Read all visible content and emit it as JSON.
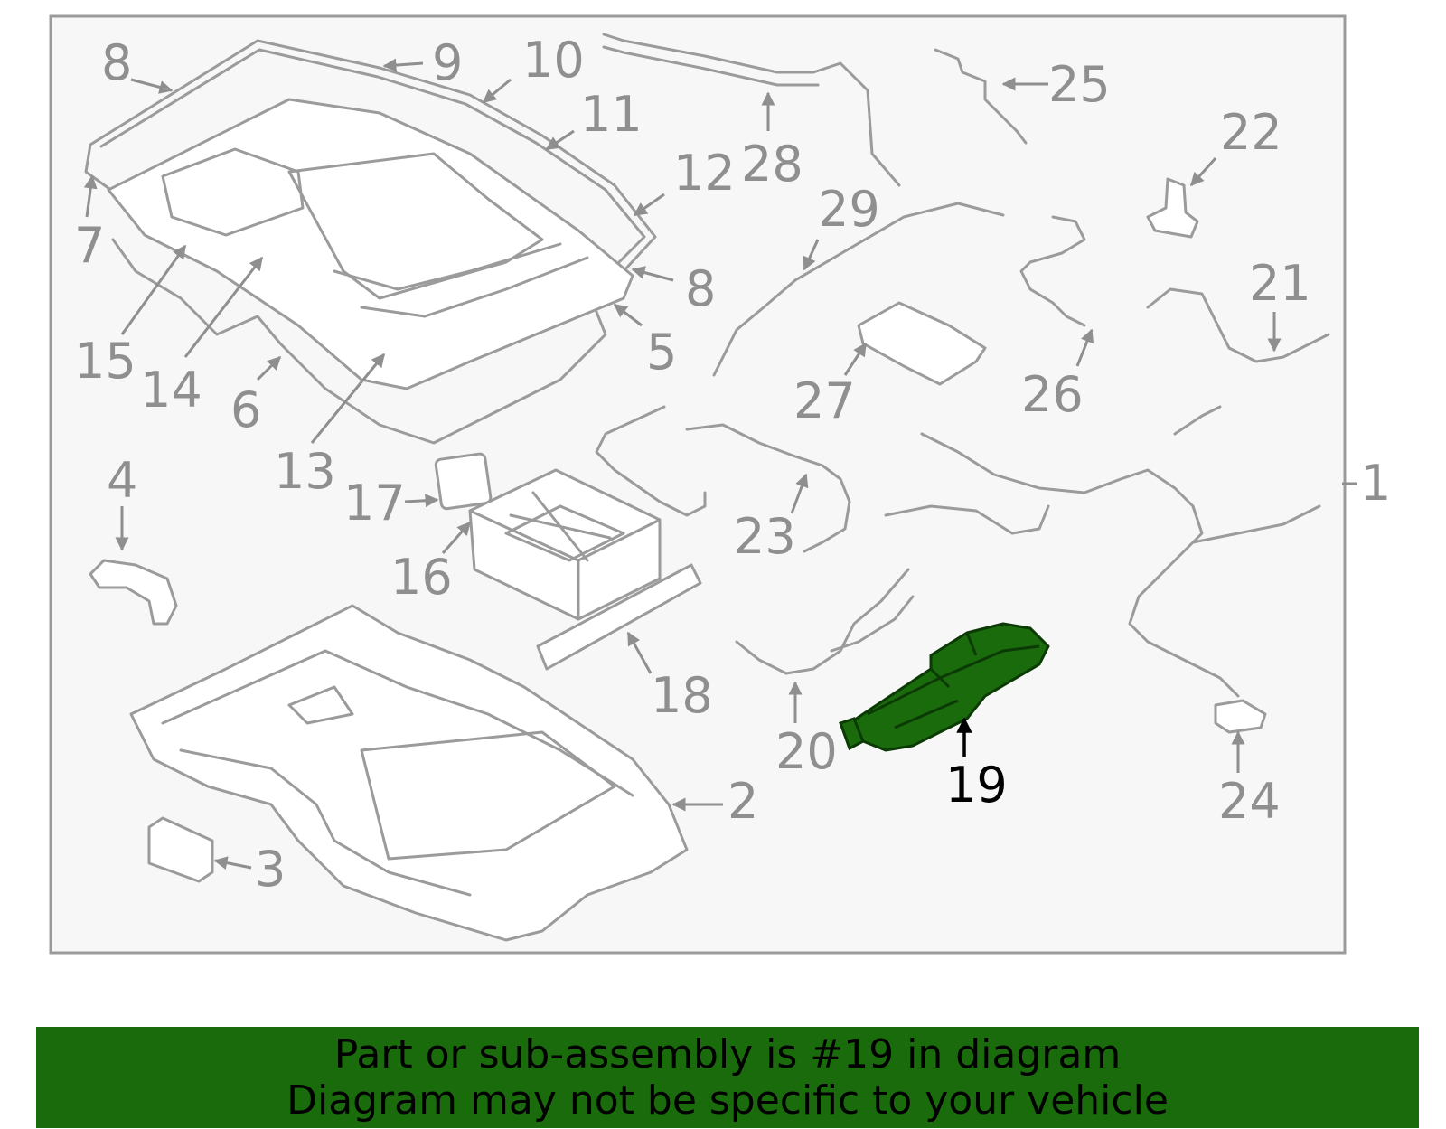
{
  "diagram": {
    "highlight_color": "#1a6b0b",
    "frame_color": "#8f8f8f",
    "highlighted_part": "19",
    "callouts": [
      "1",
      "2",
      "3",
      "4",
      "5",
      "6",
      "7",
      "8",
      "8",
      "9",
      "10",
      "11",
      "12",
      "13",
      "14",
      "15",
      "16",
      "17",
      "18",
      "19",
      "20",
      "21",
      "22",
      "23",
      "24",
      "25",
      "26",
      "27",
      "28",
      "29"
    ]
  },
  "banner": {
    "line1": "Part or sub-assembly is #19 in diagram",
    "line2": "Diagram may not be specific to your vehicle",
    "background": "#1a6b0b"
  }
}
